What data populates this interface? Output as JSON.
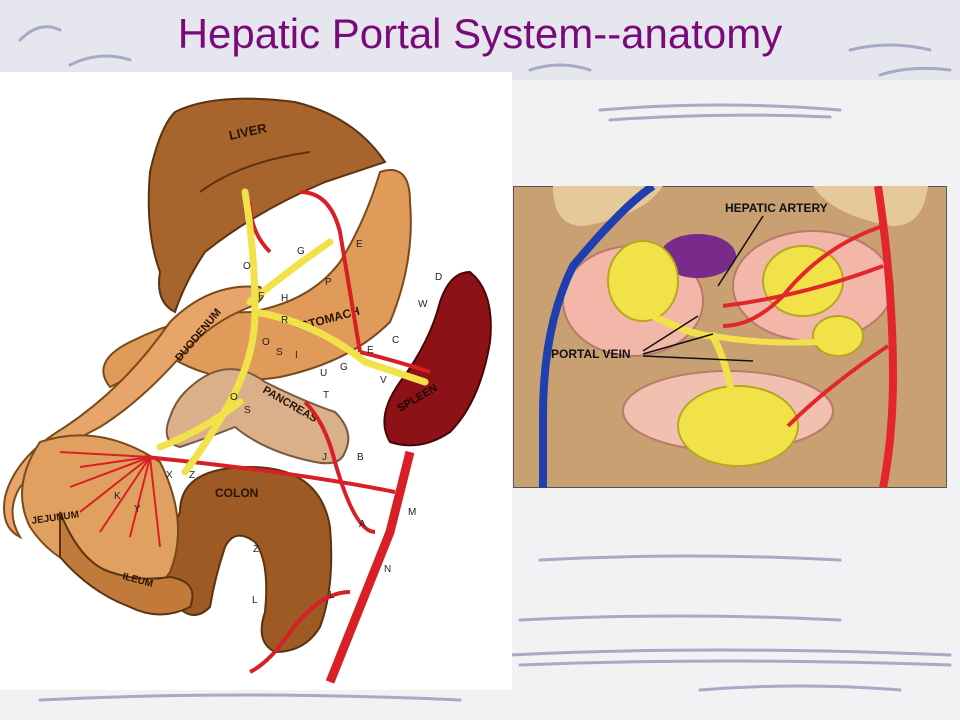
{
  "slide": {
    "title": "Hepatic Portal System--anatomy"
  },
  "left_diagram": {
    "organ_labels": {
      "liver": "LIVER",
      "stomach": "STOMACH",
      "duodenum": "DUODENUM",
      "pancreas": "PANCREAS",
      "spleen": "SPLEEN",
      "colon": "COLON",
      "jejunum": "JEJUNUM",
      "ileum": "ILEUM"
    },
    "letters": {
      "g": "G",
      "e": "E",
      "o1": "O",
      "p": "P",
      "d": "D",
      "f": "F",
      "h": "H",
      "w": "W",
      "r": "R",
      "o2": "O",
      "s1": "S",
      "i": "I",
      "e2": "E",
      "c": "C",
      "u": "U",
      "g2": "G",
      "v": "V",
      "t": "T",
      "o3": "O",
      "s2": "S",
      "j": "J",
      "b": "B",
      "x": "X",
      "z1": "Z",
      "k": "K",
      "y": "Y",
      "a": "A",
      "m": "M",
      "z2": "Z",
      "n": "N",
      "l1": "L",
      "l2": "L"
    }
  },
  "right_diagram": {
    "labels": {
      "hepatic_artery": "HEPATIC ARTERY",
      "portal_vein": "PORTAL VEIN"
    }
  },
  "colors": {
    "title": "#7a0a7a",
    "artery": "#e3262b",
    "vein": "#1f3fae",
    "portal": "#f2e24a",
    "background_tan": "#c8a072"
  }
}
